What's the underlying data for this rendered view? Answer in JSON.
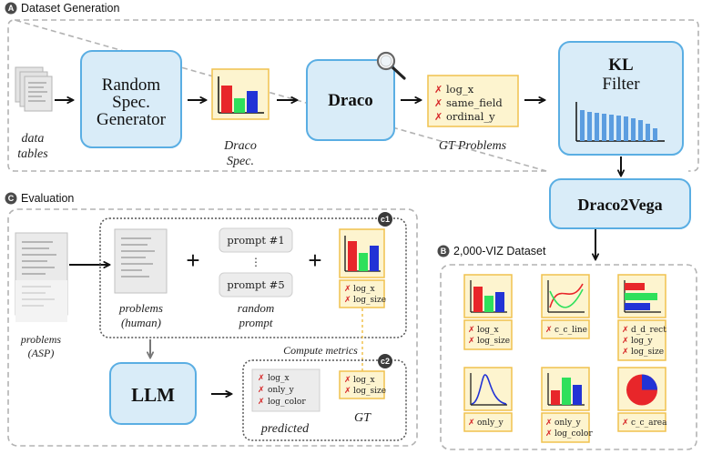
{
  "sections": {
    "a": {
      "badge": "A",
      "title": "Dataset Generation"
    },
    "b": {
      "badge": "B",
      "title": "2,000-VIZ Dataset"
    },
    "c": {
      "badge": "C",
      "title": "Evaluation"
    }
  },
  "pipeline": {
    "input_label_line1": "data",
    "input_label_line2": "tables",
    "generator_line1": "Random",
    "generator_line2": "Spec.",
    "generator_line3": "Generator",
    "draco_spec_line1": "Draco",
    "draco_spec_line2": "Spec.",
    "draco": "Draco",
    "gt_problems_label": "GT Problems",
    "gt_problems": [
      "log_x",
      "same_field",
      "ordinal_y"
    ],
    "kl_line1": "KL",
    "kl_line2": "Filter",
    "draco2vega": "Draco2Vega"
  },
  "evaluation": {
    "problems_asp_line1": "problems",
    "problems_asp_line2": "(ASP)",
    "problems_human_line1": "problems",
    "problems_human_line2": "(human)",
    "plus": "+",
    "prompt_first": "prompt #1",
    "prompt_dots": "⋮",
    "prompt_last": "prompt #5",
    "random_prompt_line1": "random",
    "random_prompt_line2": "prompt",
    "c1": "c1",
    "c2": "c2",
    "c1_tags": [
      "log_x",
      "log_size"
    ],
    "llm": "LLM",
    "compute_metrics": "Compute metrics",
    "predicted_tags": [
      "log_x",
      "only_y",
      "log_color"
    ],
    "predicted_label": "predicted",
    "gt_tags": [
      "log_x",
      "log_size"
    ],
    "gt_label": "GT"
  },
  "dataset": [
    {
      "chart": "bar-vertical",
      "tags": [
        "log_x",
        "log_size"
      ]
    },
    {
      "chart": "lines",
      "tags": [
        "c_c_line"
      ]
    },
    {
      "chart": "bar-horizontal",
      "tags": [
        "d_d_rect",
        "log_y",
        "log_size"
      ]
    },
    {
      "chart": "density",
      "tags": [
        "only_y"
      ]
    },
    {
      "chart": "bar-vertical",
      "tags": [
        "only_y",
        "log_color"
      ]
    },
    {
      "chart": "pie",
      "tags": [
        "c_c_area"
      ]
    }
  ],
  "mark_glyph": "✗",
  "colors": {
    "panel_blue_fill": "#d9ecf8",
    "panel_blue_stroke": "#5aaee3",
    "tag_yellow_fill": "#fdf4cf",
    "tag_yellow_stroke": "#f0c24f",
    "red": "#e8262a",
    "green": "#2ee05b",
    "blue": "#2233d6",
    "kl_bars": "#5b9de0"
  }
}
